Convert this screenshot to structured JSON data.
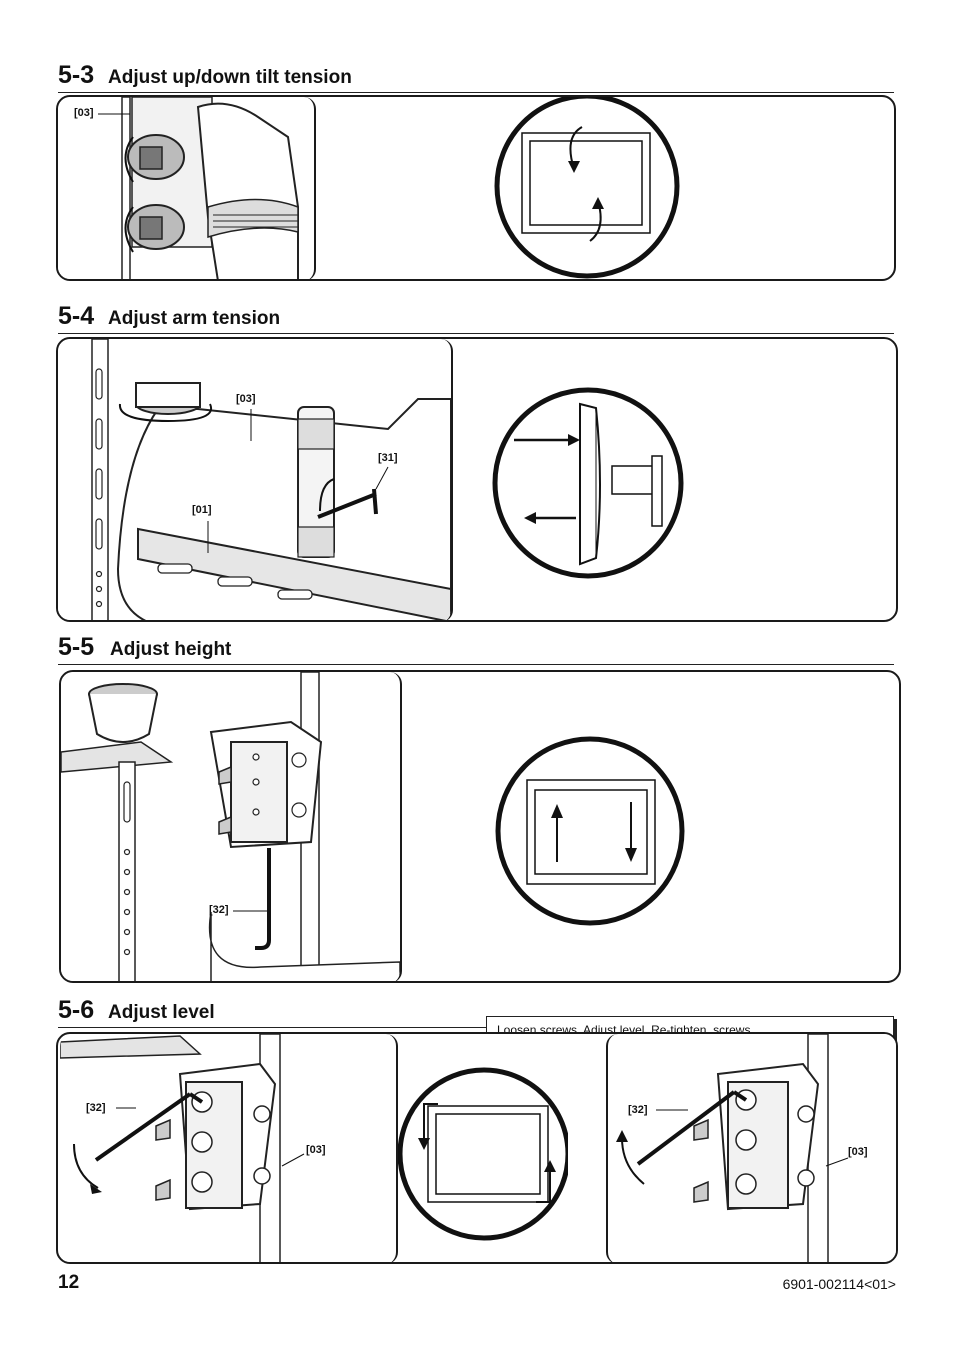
{
  "sections": [
    {
      "number": "5-3",
      "title": "Adjust up/down tilt tension",
      "labels": [
        "[03]"
      ]
    },
    {
      "number": "5-4",
      "title": "Adjust arm tension",
      "labels": [
        "[03]",
        "[31]",
        "[01]"
      ]
    },
    {
      "number": "5-5",
      "title": "Adjust height",
      "labels": [
        "[32]"
      ]
    },
    {
      "number": "5-6",
      "title": "Adjust level",
      "labels": [
        "[32]",
        "[03]",
        "[32]",
        "[03]"
      ]
    }
  ],
  "note": "Loosen screws. Adjust level. Re-tighten. screws",
  "footer": {
    "page_number": "12",
    "doc_code": "6901-002114<01>"
  }
}
